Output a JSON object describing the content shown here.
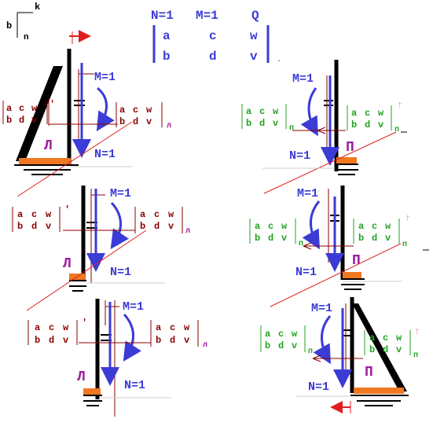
{
  "axes": {
    "k": "k",
    "b": "b",
    "n": "n"
  },
  "header": {
    "N": "N=1",
    "M": "M=1",
    "Q": "Q",
    "row1": [
      "a",
      "c",
      "w"
    ],
    "row2": [
      "b",
      "d",
      "v"
    ]
  },
  "labels": {
    "M": "M=1",
    "N": "N=1",
    "left_letter": "Л",
    "right_letter": "П",
    "sub_left": "л",
    "sub_right": "п",
    "prime": "'",
    "dagger": "†"
  },
  "matrix": {
    "row1": [
      "a",
      "c",
      "w"
    ],
    "row2": [
      "b",
      "d",
      "v"
    ]
  },
  "colors": {
    "blue": "#3b3bd6",
    "red": "#e02020",
    "dark_red": "#8b0000",
    "green": "#22a322",
    "orange": "#f07820",
    "purple": "#a020a0"
  }
}
